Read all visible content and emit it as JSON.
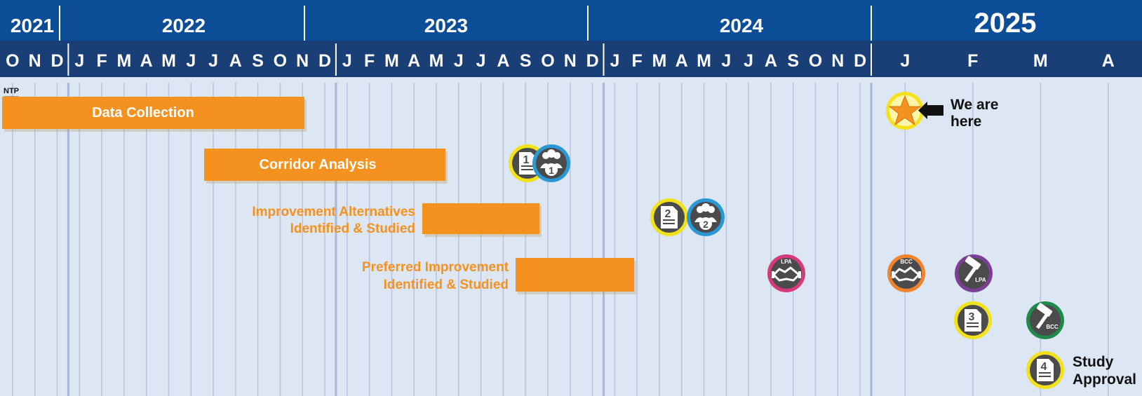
{
  "years": [
    {
      "label": "2021"
    },
    {
      "label": "2022"
    },
    {
      "label": "2023"
    },
    {
      "label": "2024"
    },
    {
      "label": "2025"
    }
  ],
  "months": [
    "O",
    "N",
    "D",
    "J",
    "F",
    "M",
    "A",
    "M",
    "J",
    "J",
    "A",
    "S",
    "O",
    "N",
    "D",
    "J",
    "F",
    "M",
    "A",
    "M",
    "J",
    "J",
    "A",
    "S",
    "O",
    "N",
    "D",
    "J",
    "F",
    "M",
    "A",
    "M",
    "J",
    "J",
    "A",
    "S",
    "O",
    "N",
    "D",
    "J",
    "F",
    "M",
    "A"
  ],
  "ntp_label": "NTP",
  "bars": [
    {
      "label": "Data Collection"
    },
    {
      "label": "Corridor Analysis"
    },
    {
      "label_lines": [
        "Improvement Alternatives",
        "Identified & Studied"
      ]
    },
    {
      "label_lines": [
        "Preferred Improvement",
        "Identified & Studied"
      ]
    }
  ],
  "milestones": [
    {
      "name": "report-1-icon",
      "number": "1"
    },
    {
      "name": "public-meeting-1-icon",
      "number": "1"
    },
    {
      "name": "report-2-icon",
      "number": "2"
    },
    {
      "name": "public-meeting-2-icon",
      "number": "2"
    },
    {
      "name": "lpa-agreement-icon",
      "tag": "LPA"
    },
    {
      "name": "bcc-agreement-icon",
      "tag": "BCC"
    },
    {
      "name": "lpa-hearing-gavel-icon",
      "tag": "LPA"
    },
    {
      "name": "report-3-icon",
      "number": "3"
    },
    {
      "name": "bcc-hearing-gavel-icon",
      "tag": "BCC"
    },
    {
      "name": "report-4-icon",
      "number": "4"
    }
  ],
  "we_are_here": [
    "We are",
    "here"
  ],
  "study_approval": [
    "Study",
    "Approval"
  ],
  "colors": {
    "header_blue": "#0c4d98",
    "month_bar_blue": "#1a3f76",
    "body_bg": "#dde6f3",
    "gridline": "#b7c3e2",
    "bar_orange": "#f5921f",
    "label_orange": "#f5921f",
    "ring_yellow": "#f2e21b",
    "ring_blue": "#2b98d6",
    "ring_pink": "#d63a7a",
    "ring_orange": "#f1832a",
    "ring_purple": "#7b3f98",
    "ring_green": "#1f8b4a",
    "icon_dark": "#4b4b4b"
  }
}
